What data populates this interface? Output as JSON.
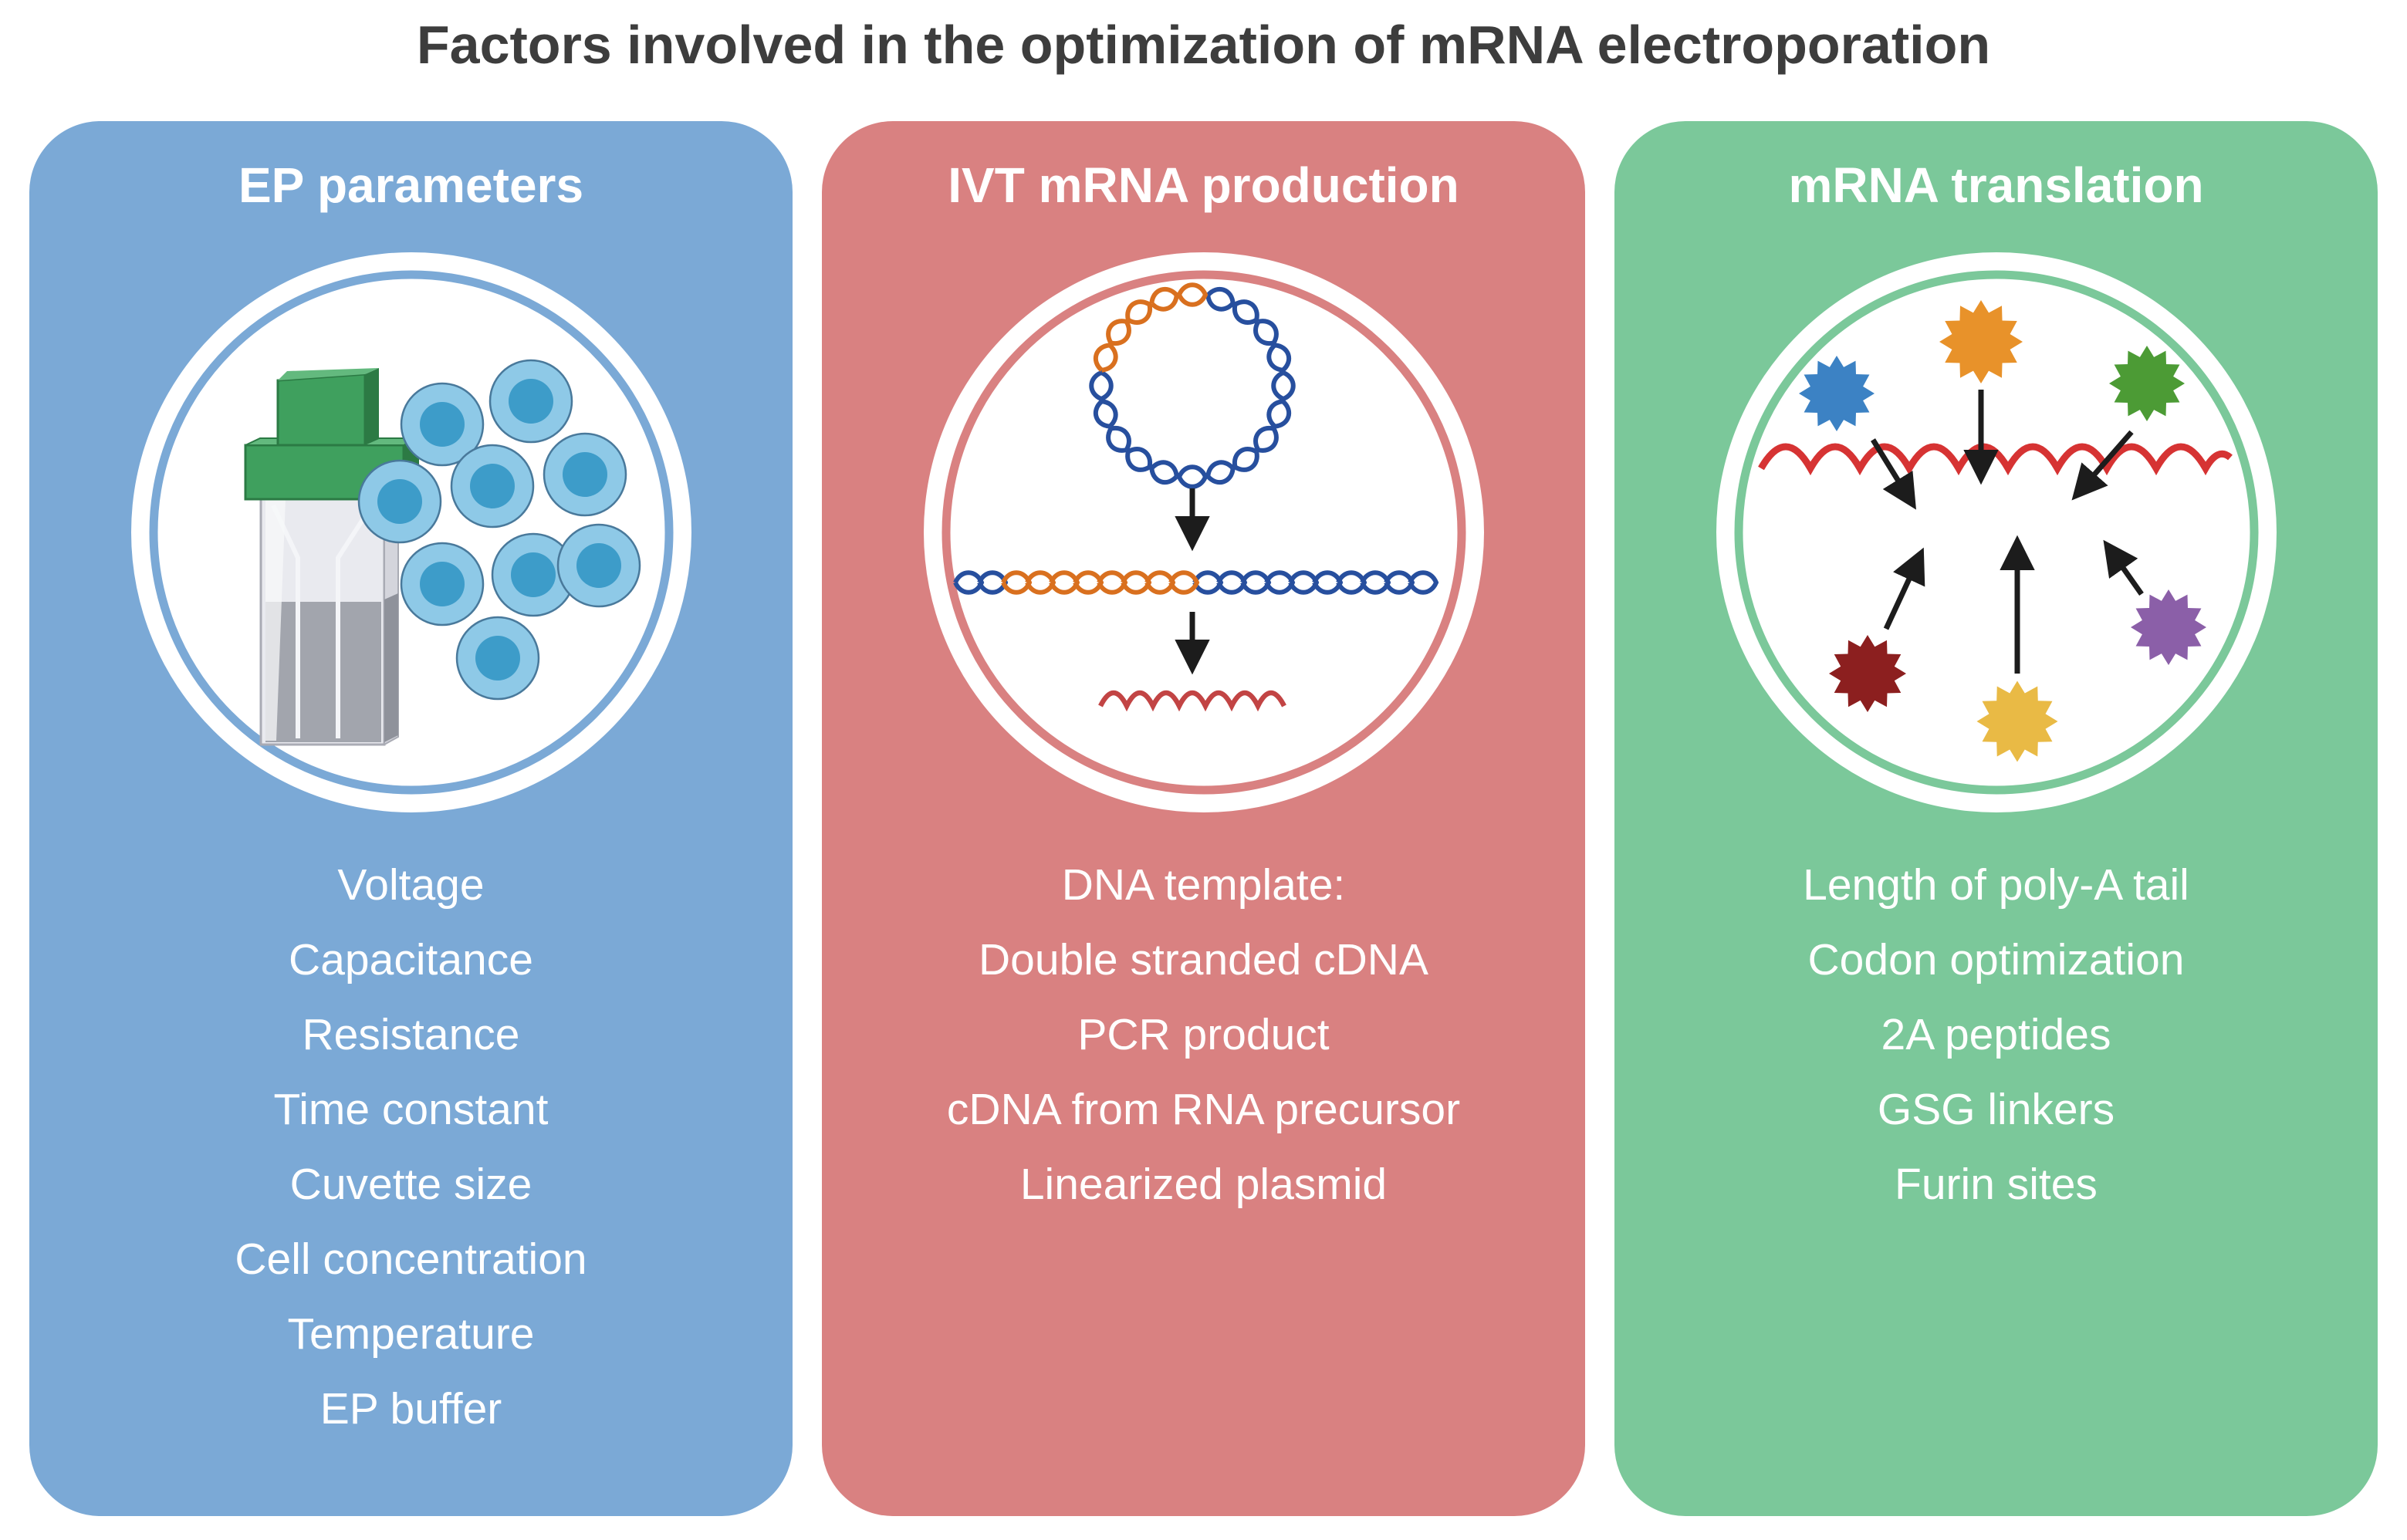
{
  "title": "Factors involved in the optimization of mRNA electroporation",
  "panels": [
    {
      "header": "EP parameters",
      "color": "#7BA9D6",
      "illustration": "electroporation-cuvette-and-cells",
      "items": [
        "Voltage",
        "Capacitance",
        "Resistance",
        "Time constant",
        "Cuvette size",
        "Cell concentration",
        "Temperature",
        "EP buffer"
      ]
    },
    {
      "header": "IVT mRNA production",
      "color": "#D98181",
      "illustration": "plasmid-to-linear-dna-to-mrna",
      "items": [
        "DNA template:",
        "Double stranded cDNA",
        "PCR product",
        "cDNA from RNA precursor",
        "Linearized plasmid"
      ]
    },
    {
      "header": "mRNA translation",
      "color": "#7BC89A",
      "illustration": "mrna-with-sequence-modifications",
      "items": [
        "Length of poly-A tail",
        "Codon optimization",
        "2A peptides",
        "GSG linkers",
        "Furin sites"
      ]
    }
  ],
  "colors": {
    "title_text": "#3d3d3d",
    "panel_text": "#ffffff",
    "dna_blue": "#274F9E",
    "dna_orange": "#D9701F",
    "mrna_red": "#C24444",
    "mrna_bright_red": "#D63333",
    "arrow_black": "#1c1c1c",
    "cell_body": "#8EC9E7",
    "cell_nucleus": "#3D9CC9",
    "cell_outline": "#49799B",
    "cap_green": "#3FA05E",
    "cap_green_dark": "#2C7A44",
    "cap_green_light": "#63B97E",
    "liquid_gray": "#A2A5AD"
  },
  "modification_colors": [
    "#3C82C4",
    "#E8922A",
    "#4C9B35",
    "#8C1F1F",
    "#E9BA45",
    "#8B5FA8"
  ]
}
